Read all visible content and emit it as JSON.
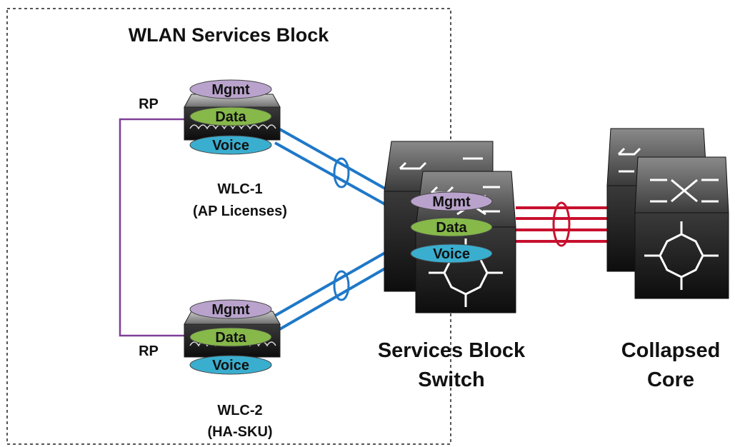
{
  "block_title": "WLAN Services Block",
  "wlc1": {
    "rp_label": "RP",
    "name": "WLC-1",
    "subtitle": "(AP Licenses)",
    "vlans": [
      "Mgmt",
      "Data",
      "Voice"
    ]
  },
  "wlc2": {
    "rp_label": "RP",
    "name": "WLC-2",
    "subtitle": "(HA-SKU)",
    "vlans": [
      "Mgmt",
      "Data",
      "Voice"
    ]
  },
  "services_switch": {
    "label_line1": "Services Block",
    "label_line2": "Switch",
    "vlans": [
      "Mgmt",
      "Data",
      "Voice"
    ]
  },
  "core": {
    "label_line1": "Collapsed",
    "label_line2": "Core"
  },
  "colors": {
    "mgmt": "#b9a3cc",
    "data": "#86b84a",
    "voice": "#3aaecf",
    "wlc_uplink": "#1f78c8",
    "core_link": "#c8102e",
    "rp_link": "#7f3f98",
    "device_body": "#2a2a2a"
  }
}
